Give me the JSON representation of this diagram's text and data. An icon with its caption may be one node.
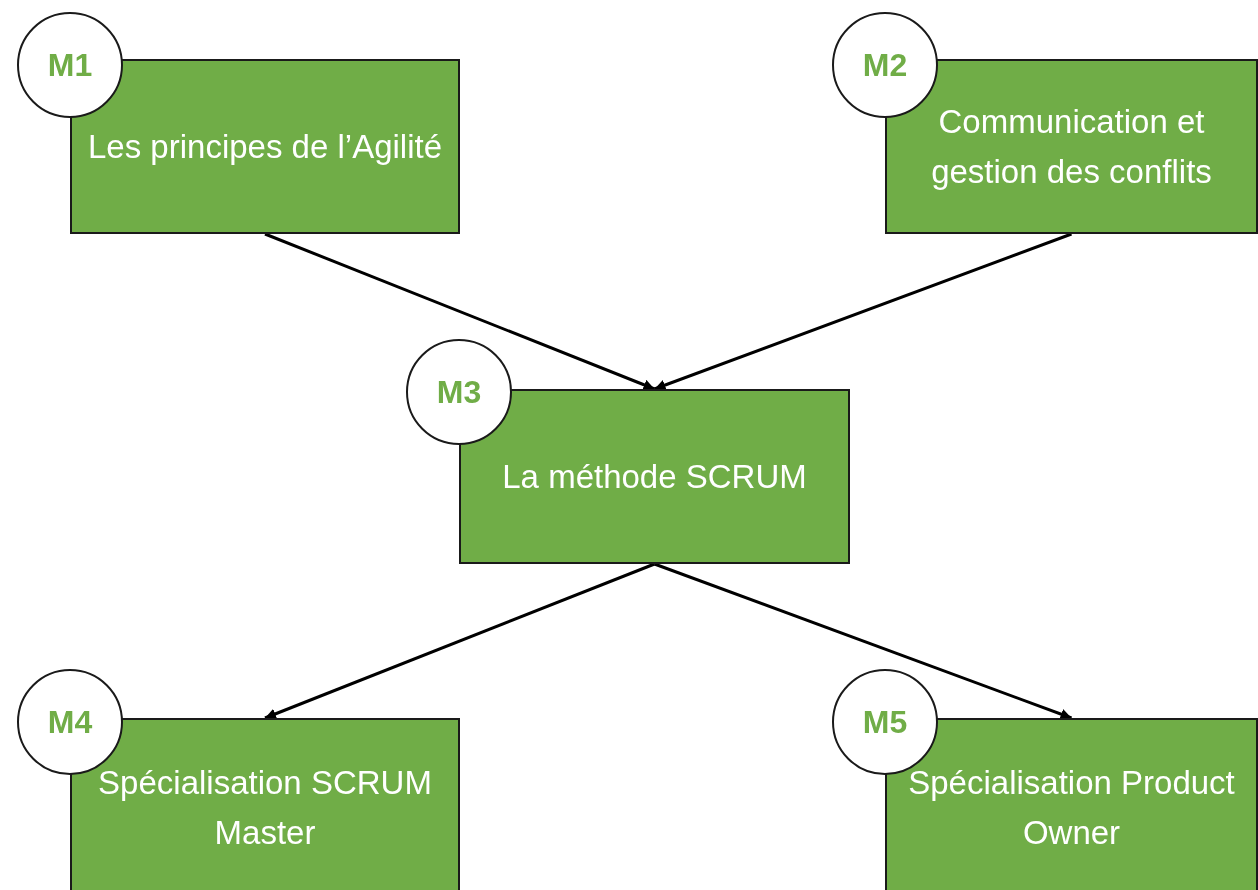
{
  "diagram": {
    "nodes": [
      {
        "text": [
          "M1"
        ]
      },
      {
        "text": [
          "Les principes de l’Agilité"
        ]
      },
      {
        "text": [
          "M2"
        ]
      },
      {
        "text": [
          "Communication et gestion des conflits"
        ]
      },
      {
        "text": [
          "M3"
        ]
      },
      {
        "text": [
          "La méthode SCRUM"
        ]
      },
      {
        "text": [
          "M4"
        ]
      },
      {
        "text": [
          "Spécialisation SCRUM Master"
        ]
      },
      {
        "text": [
          "M5"
        ]
      },
      {
        "text": [
          "Spécialisation Product Owner"
        ]
      }
    ],
    "edges": [
      {
        "from": 1,
        "to": 5,
        "arrow": "to"
      },
      {
        "from": 3,
        "to": 5,
        "arrow": "to"
      },
      {
        "from": 5,
        "to": 7,
        "arrow": "to"
      },
      {
        "from": 5,
        "to": 9,
        "arrow": "to"
      }
    ]
  }
}
